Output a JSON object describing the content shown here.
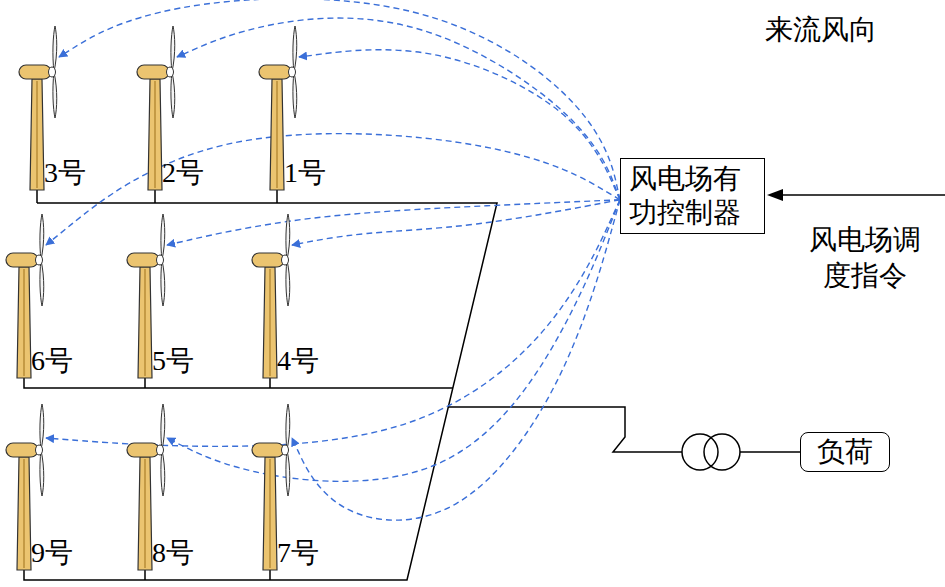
{
  "diagram": {
    "nodes": [
      {
        "text": [
          "3号"
        ]
      },
      {
        "text": [
          "2号"
        ]
      },
      {
        "text": [
          "1号"
        ]
      },
      {
        "text": [
          "风电场有功控制器"
        ]
      },
      {
        "text": [
          "6号"
        ]
      },
      {
        "text": [
          "5号"
        ]
      },
      {
        "text": [
          "4号"
        ]
      },
      {
        "text": [
          "9号"
        ]
      },
      {
        "text": [
          "8号"
        ]
      },
      {
        "text": [
          "7号"
        ]
      },
      {
        "text": [
          "负荷"
        ]
      }
    ],
    "edges": [
      {
        "from": 3,
        "to": 0,
        "arrow": "to"
      },
      {
        "from": 3,
        "to": 1,
        "arrow": "to"
      },
      {
        "from": 3,
        "to": 2,
        "arrow": "to"
      },
      {
        "from": 3,
        "to": 4,
        "arrow": "to"
      },
      {
        "from": 3,
        "to": 5,
        "arrow": "to"
      },
      {
        "from": 3,
        "to": 6,
        "arrow": "to"
      },
      {
        "from": 3,
        "to": 7,
        "arrow": "to"
      },
      {
        "from": 3,
        "to": 8,
        "arrow": "to"
      },
      {
        "from": 3,
        "to": 9,
        "arrow": "to"
      }
    ],
    "labels": [
      "来流风向",
      "风电场调度指令"
    ]
  }
}
